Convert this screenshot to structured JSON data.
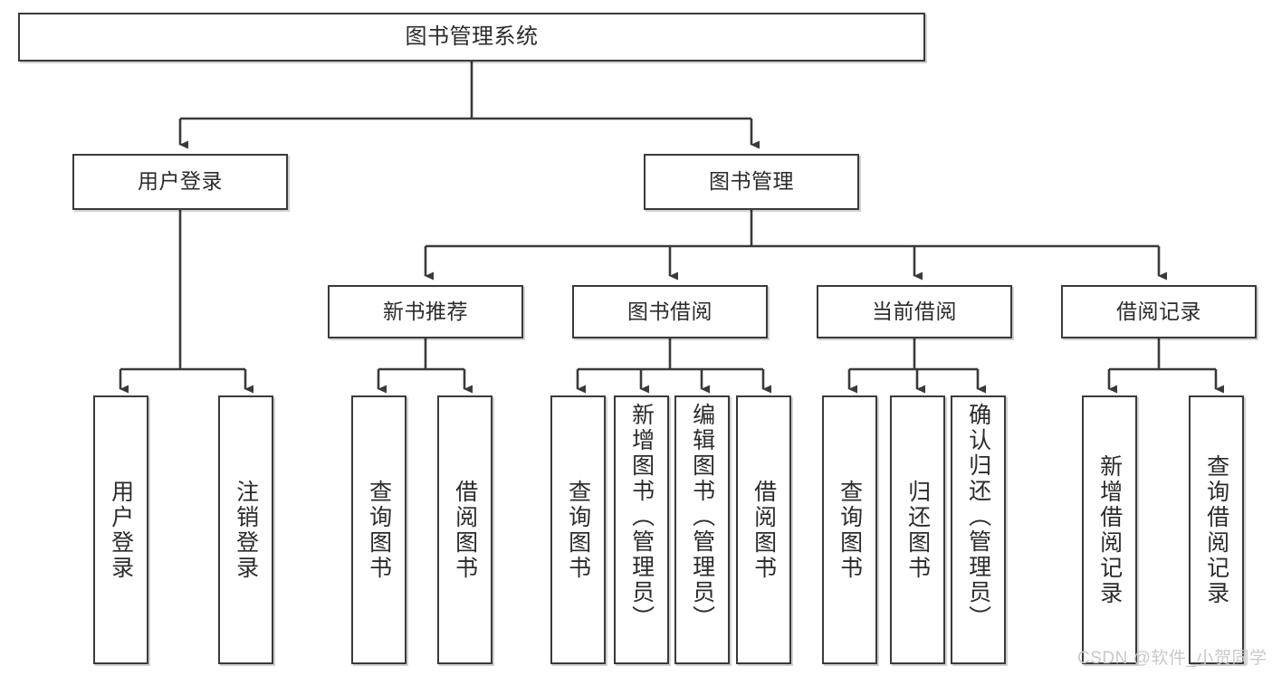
{
  "diagram": {
    "type": "tree-hierarchy-chart",
    "title": "图书管理系统",
    "root": {
      "label": "图书管理系统"
    },
    "level2": [
      {
        "label": "用户登录"
      },
      {
        "label": "图书管理"
      }
    ],
    "level3": [
      {
        "label": "新书推荐"
      },
      {
        "label": "图书借阅"
      },
      {
        "label": "当前借阅"
      },
      {
        "label": "借阅记录"
      }
    ],
    "leaves": {
      "user_login": [
        {
          "label": "用户登录"
        },
        {
          "label": "注销登录"
        }
      ],
      "new_book_recommend": [
        {
          "label": "查询图书"
        },
        {
          "label": "借阅图书"
        }
      ],
      "book_borrow": [
        {
          "label": "查询图书"
        },
        {
          "label": "新增图书（管理员）"
        },
        {
          "label": "编辑图书（管理员）"
        },
        {
          "label": "借阅图书"
        }
      ],
      "current_borrow": [
        {
          "label": "查询图书"
        },
        {
          "label": "归还图书"
        },
        {
          "label": "确认归还（管理员）"
        }
      ],
      "borrow_record": [
        {
          "label": "新增借阅记录"
        },
        {
          "label": "查询借阅记录"
        }
      ]
    }
  },
  "watermark": {
    "text": "CSDN @软件_小贺同学"
  },
  "colors": {
    "stroke": "#3a3a3a",
    "text": "#2b2b2b",
    "background": "#ffffff",
    "watermark": "#c9c9c9"
  }
}
